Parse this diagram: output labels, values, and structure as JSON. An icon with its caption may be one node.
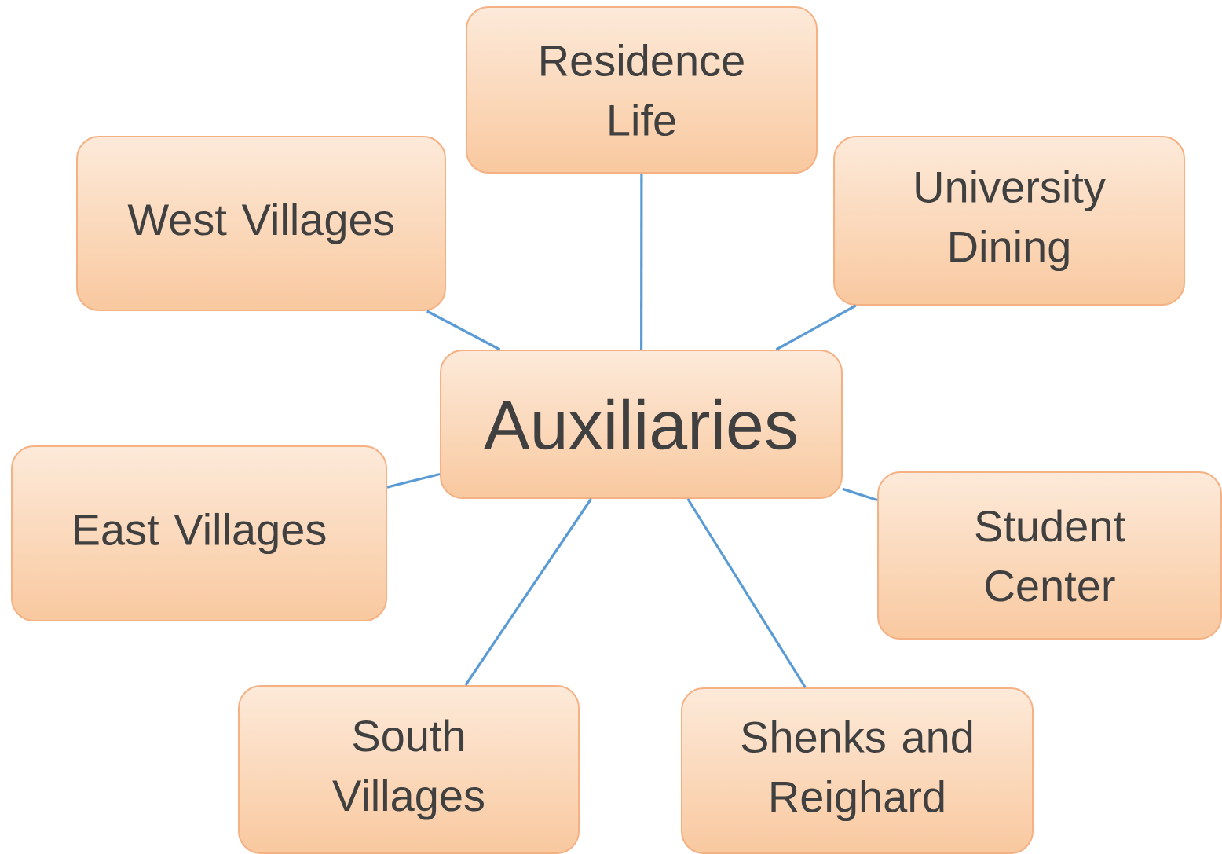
{
  "diagram": {
    "nodes": [
      {
        "text": [
          "Residence Life"
        ]
      },
      {
        "text": [
          "West Villages"
        ]
      },
      {
        "text": [
          "University Dining"
        ]
      },
      {
        "text": [
          "Auxiliaries"
        ]
      },
      {
        "text": [
          "East Villages"
        ]
      },
      {
        "text": [
          "Student Center"
        ]
      },
      {
        "text": [
          "South Villages"
        ]
      },
      {
        "text": [
          "Shenks and Reighard"
        ]
      }
    ],
    "edges": [
      {
        "from": 3,
        "to": 0,
        "arrow": "none"
      },
      {
        "from": 3,
        "to": 1,
        "arrow": "none"
      },
      {
        "from": 3,
        "to": 2,
        "arrow": "none"
      },
      {
        "from": 3,
        "to": 4,
        "arrow": "none"
      },
      {
        "from": 3,
        "to": 5,
        "arrow": "none"
      },
      {
        "from": 3,
        "to": 6,
        "arrow": "none"
      },
      {
        "from": 3,
        "to": 7,
        "arrow": "none"
      }
    ]
  }
}
